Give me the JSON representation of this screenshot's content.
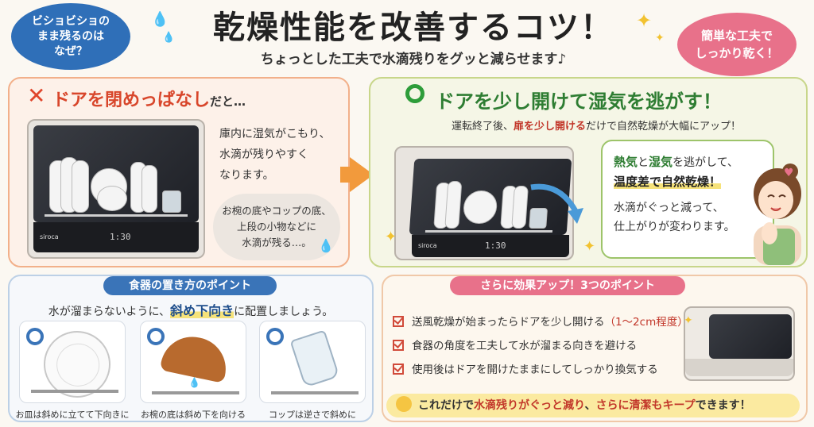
{
  "header": {
    "title": "乾燥性能を改善するコツ！",
    "subtitle": "ちょっとした工夫で水滴残りをグッと減らせます♪",
    "bubble_left": [
      "ビショビショの",
      "まま残るのは",
      "なぜ？"
    ],
    "bubble_right": [
      "簡単な工夫で",
      "しっかり乾く！"
    ]
  },
  "bad": {
    "mark": "✕",
    "heading": "ドアを閉めっぱなし",
    "heading_suffix": "だと…",
    "text": [
      "庫内に湿気がこもり、",
      "水滴が残りやすく",
      "なります。"
    ],
    "cloud": [
      "お椀の底やコップの底、",
      "上段の小物などに",
      "水滴が残る…。"
    ]
  },
  "good": {
    "heading": "ドアを少し開けて湿気を逃がす！",
    "sub_pre": "運転終了後、",
    "sub_emph": "扉を少し開ける",
    "sub_post": "だけで自然乾燥が大幅にアップ！",
    "box_line1_a": "熱気",
    "box_line1_b": "と",
    "box_line1_c": "湿気",
    "box_line1_d": "を逃がして、",
    "box_line2": "温度差で自然乾燥！",
    "box_line3": "水滴がぐっと減って、",
    "box_line4": "仕上がりが変わります。"
  },
  "appliance": {
    "brand": "siroca",
    "display": "1:30"
  },
  "placement": {
    "heading": "食器の置き方のポイント",
    "sub_pre": "水が溜まらないように、",
    "sub_emph": "斜め下向き",
    "sub_post": "に配置しましょう。",
    "tiles": [
      {
        "caption": "お皿は斜めに立てて下向きに"
      },
      {
        "caption": "お椀の底は斜め下を向ける"
      },
      {
        "caption": "コップは逆さで斜めに"
      }
    ]
  },
  "more": {
    "heading": "さらに効果アップ！3つのポイント",
    "items": [
      {
        "text": "送風乾燥が始まったらドアを少し開ける",
        "emph": "（1〜2cm程度）"
      },
      {
        "text": "食器の角度を工夫して水が溜まる向きを避ける",
        "emph": ""
      },
      {
        "text": "使用後はドアを開けたままにしてしっかり換気する",
        "emph": ""
      }
    ],
    "bottom_pre": "これだけで",
    "bottom_emph1": "水滴残りがぐっと減り",
    "bottom_mid": "、",
    "bottom_emph2": "さらに清潔もキープ",
    "bottom_post": "できます！"
  },
  "colors": {
    "bad_accent": "#d8462b",
    "good_accent": "#2e7d32",
    "blue": "#3a74b8",
    "pink": "#e8718a",
    "arrow": "#f29a3c"
  },
  "icons": [
    "cross-icon",
    "circle-ok-icon",
    "arrow-right-icon",
    "checkbox-icon",
    "bulb-icon",
    "water-drop-icon",
    "sparkle-icon"
  ]
}
